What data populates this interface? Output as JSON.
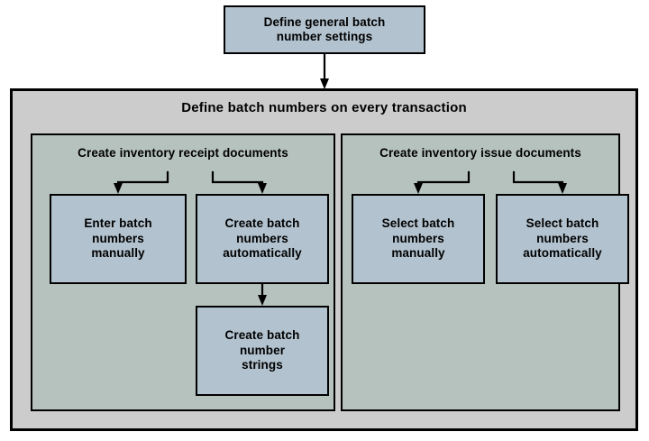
{
  "diagram": {
    "title_node": {
      "label": "Define general batch\nnumber settings"
    },
    "container": {
      "title": "Define batch numbers on every transaction",
      "groups": [
        {
          "id": "receipt",
          "title": "Create inventory receipt documents",
          "nodes": [
            {
              "id": "enter-batch-numbers-manually",
              "label": "Enter batch\nnumbers\nmanually"
            },
            {
              "id": "create-batch-numbers-automatically",
              "label": "Create batch\nnumbers\nautomatically"
            },
            {
              "id": "create-batch-number-strings",
              "label": "Create batch\nnumber\nstrings"
            }
          ]
        },
        {
          "id": "issue",
          "title": "Create inventory issue documents",
          "nodes": [
            {
              "id": "select-batch-numbers-manually",
              "label": "Select batch\nnumbers\nmanually"
            },
            {
              "id": "select-batch-numbers-automatically",
              "label": "Select batch\nnumbers\nautomatically"
            }
          ]
        }
      ]
    },
    "colors": {
      "page_background": "#ffffff",
      "container_fill": "#cccccc",
      "group_fill": "#b6c2bd",
      "node_fill": "#b2c2ce",
      "stroke": "#000000"
    }
  }
}
